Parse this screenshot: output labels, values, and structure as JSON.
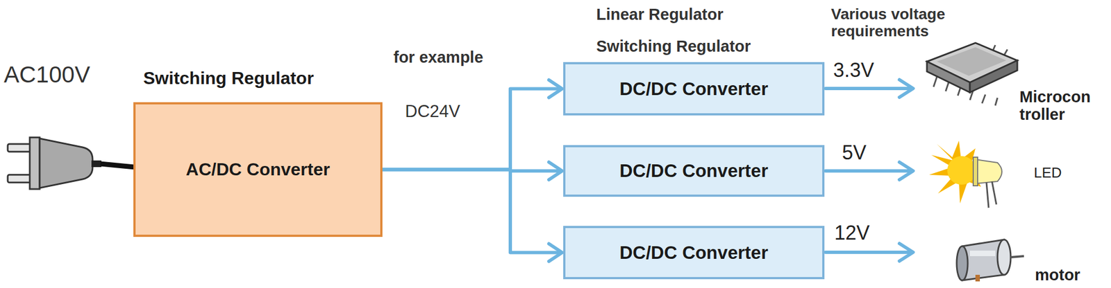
{
  "diagram": {
    "nodes": [
      {
        "text": [
          "Switching Regulator",
          "AC/DC Converter"
        ]
      },
      {
        "text": [
          "DC/DC Converter"
        ]
      },
      {
        "text": [
          "DC/DC Converter"
        ]
      },
      {
        "text": [
          "DC/DC Converter"
        ]
      }
    ],
    "edges": [
      {
        "from": 0,
        "to": 1,
        "arrow": "to"
      },
      {
        "from": 0,
        "to": 2,
        "arrow": "to"
      },
      {
        "from": 0,
        "to": 3,
        "arrow": "to"
      }
    ],
    "labels": [
      "AC100V",
      "for example",
      "DC24V",
      "Linear Regulator",
      "Switching Regulator",
      "Various voltage requirements",
      "3.3V",
      "5V",
      "12V",
      "Microcon troller",
      "LED",
      "motor"
    ]
  }
}
